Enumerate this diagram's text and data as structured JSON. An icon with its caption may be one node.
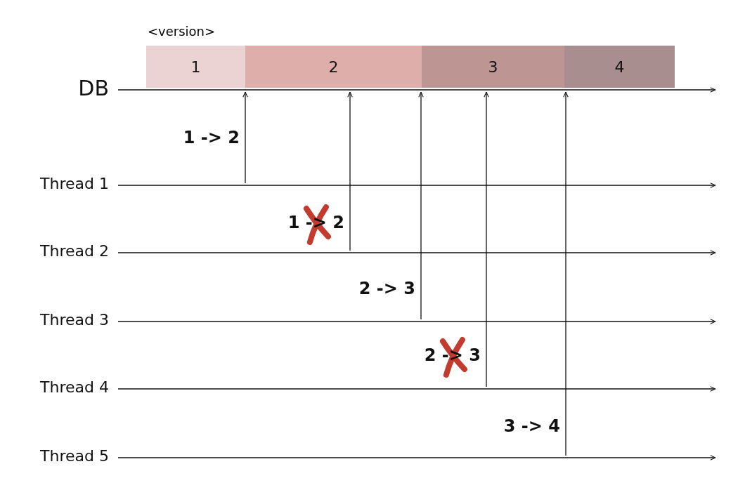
{
  "diagram": {
    "nodes": [
      {
        "text": [
          "1"
        ]
      },
      {
        "text": [
          "2"
        ]
      },
      {
        "text": [
          "3"
        ]
      },
      {
        "text": [
          "4"
        ]
      },
      {
        "text": [],
        "shape": "line",
        "beside": [
          "DB"
        ]
      },
      {
        "text": [],
        "shape": "line",
        "beside": [
          "Thread 1"
        ]
      },
      {
        "text": [],
        "shape": "line",
        "beside": [
          "Thread 2"
        ]
      },
      {
        "text": [],
        "shape": "line",
        "beside": [
          "Thread 3"
        ]
      },
      {
        "text": [],
        "shape": "line",
        "beside": [
          "Thread 4"
        ]
      },
      {
        "text": [],
        "shape": "line",
        "beside": [
          "Thread 5"
        ]
      }
    ],
    "edges": [
      {
        "from": 5,
        "to": 4,
        "arrow": "to",
        "label": "1 -> 2"
      },
      {
        "from": 6,
        "to": 4,
        "arrow": "to",
        "label": "1 -> 2"
      },
      {
        "from": 7,
        "to": 4,
        "arrow": "to",
        "label": "2 -> 3"
      },
      {
        "from": 8,
        "to": 4,
        "arrow": "to",
        "label": "2 -> 3"
      },
      {
        "from": 9,
        "to": 4,
        "arrow": "to",
        "label": "3 -> 4"
      }
    ],
    "labels": [
      "<version>"
    ]
  }
}
